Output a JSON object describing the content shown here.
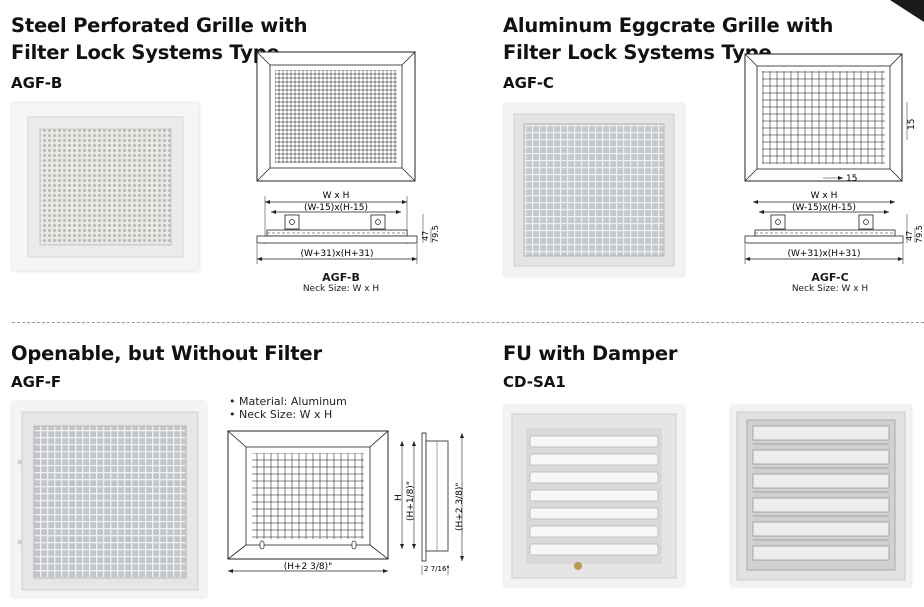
{
  "sections": [
    {
      "title_line1": "Steel Perforated Grille with",
      "title_line2": "Filter Lock Systems Type",
      "model": "AGF-B",
      "drawing": {
        "dim_wh": "W x H",
        "dim_inner": "(W-15)x(H-15)",
        "dim_outer": "(W+31)x(H+31)",
        "dim_47": "47",
        "dim_795": "79.5",
        "caption_model": "AGF-B",
        "caption_neck": "Neck Size: W x H"
      }
    },
    {
      "title_line1": "Aluminum Eggcrate Grille with",
      "title_line2": "Filter Lock Systems Type",
      "model": "AGF-C",
      "drawing": {
        "dim_15_side": "15",
        "dim_15_bottom": "15",
        "dim_wh": "W x H",
        "dim_inner": "(W-15)x(H-15)",
        "dim_outer": "(W+31)x(H+31)",
        "dim_47": "47",
        "dim_795": "79.5",
        "caption_model": "AGF-C",
        "caption_neck": "Neck Size: W x H"
      }
    },
    {
      "title": "Openable, but Without Filter",
      "model": "AGF-F",
      "specs": [
        "• Material: Aluminum",
        "• Neck Size: W x H"
      ],
      "drawing": {
        "dim_bottom": "(H+2 3/8)\"",
        "dim_h": "H",
        "dim_h18": "(H+1/8)\"",
        "dim_h238": "(H+2 3/8)\"",
        "dim_depth": "2 7/16\""
      }
    },
    {
      "title": "FU with Damper",
      "model": "CD-SA1"
    }
  ]
}
